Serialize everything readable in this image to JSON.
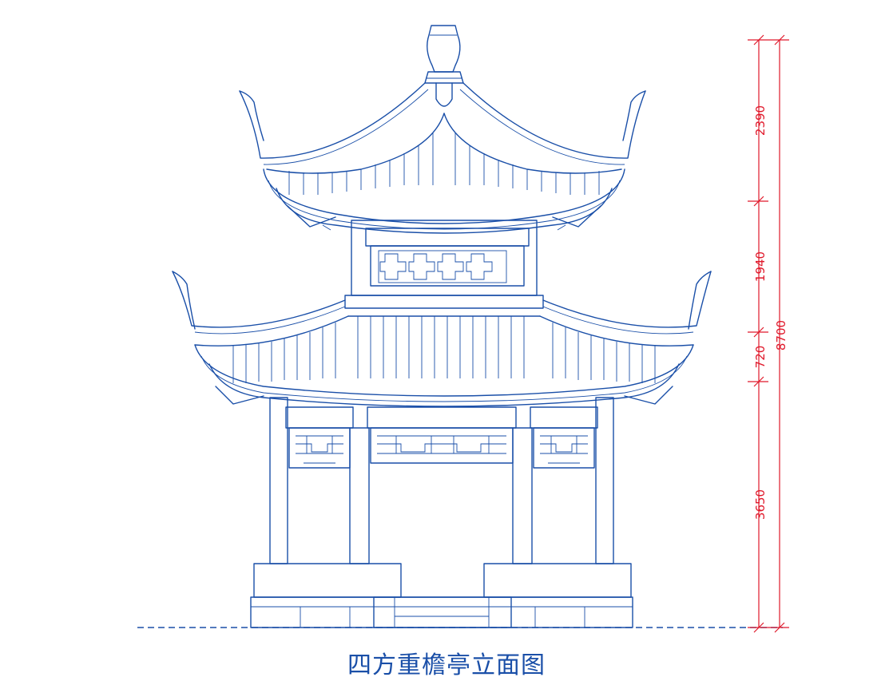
{
  "title": "四方重檐亭立面图",
  "dimensions": {
    "segments": [
      {
        "label": "2390"
      },
      {
        "label": "1940"
      },
      {
        "label": "720"
      },
      {
        "label": "3650"
      }
    ],
    "total": {
      "label": "8700"
    }
  },
  "colors": {
    "drawing_line": "#1a4fa8",
    "dimension_line": "#e0182a",
    "background": "#ffffff"
  }
}
